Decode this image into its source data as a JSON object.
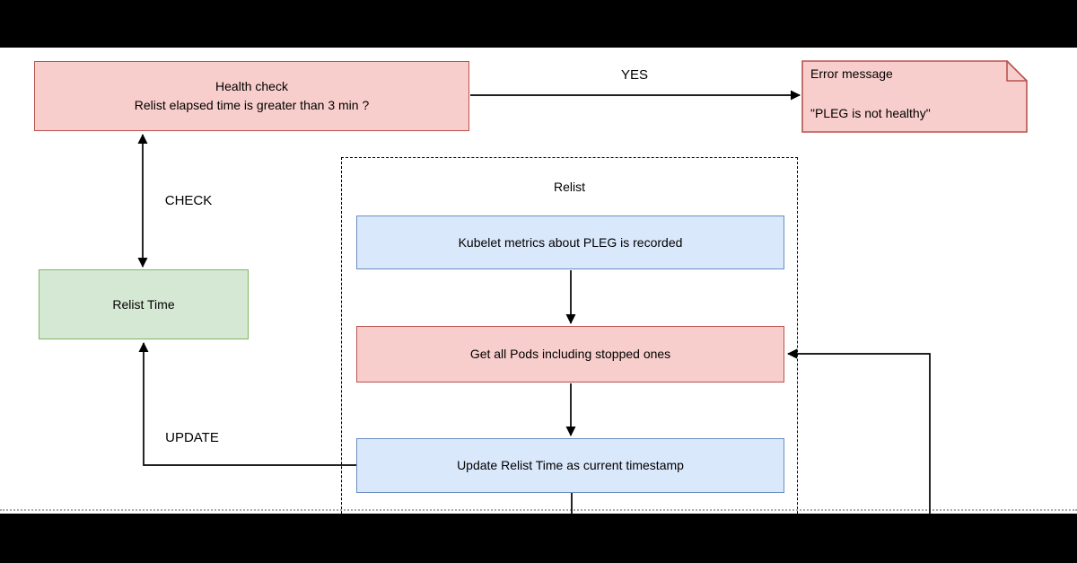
{
  "diagram": {
    "type": "flowchart",
    "topic": "Kubelet PLEG relist health check",
    "nodes": {
      "health_check": {
        "line1": "Health check",
        "line2": "Relist elapsed time is greater than 3 min ?"
      },
      "error_note": {
        "title": "Error message",
        "body": "\"PLEG is not healthy\""
      },
      "relist_time": {
        "label": "Relist Time"
      },
      "relist_container": {
        "title": "Relist"
      },
      "kubelet_metrics": {
        "label": "Kubelet metrics about PLEG is recorded"
      },
      "get_all_pods": {
        "label": "Get all Pods including stopped ones"
      },
      "update_relist_time": {
        "label": "Update Relist Time as current timestamp"
      }
    },
    "edges": {
      "yes": {
        "label": "YES"
      },
      "check": {
        "label": "CHECK"
      },
      "update": {
        "label": "UPDATE"
      }
    },
    "colors": {
      "red_fill": "#f8cecc",
      "red_stroke": "#b85450",
      "green_fill": "#d5e8d4",
      "green_stroke": "#82b366",
      "blue_fill": "#dae8fc",
      "blue_stroke": "#6c8ebf",
      "wire": "#000000",
      "letterbox": "#000000",
      "page_divider": "#ababab",
      "background": "#ffffff"
    }
  }
}
